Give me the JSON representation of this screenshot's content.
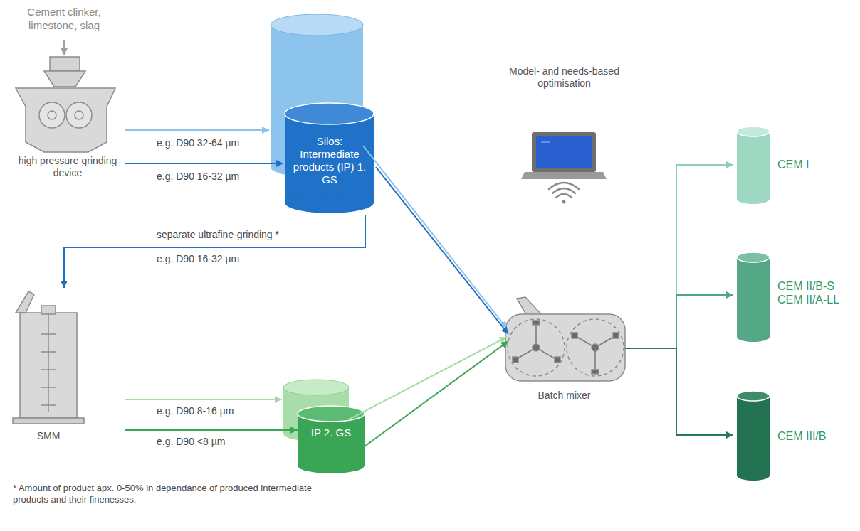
{
  "diagram": {
    "nodes": [
      {
        "text": [
          "high pressure grinding device"
        ]
      },
      {
        "text": [
          "Silos: Intermediate products (IP) 1. GS"
        ]
      },
      {
        "text": [
          "SMM"
        ]
      },
      {
        "text": [
          "IP 2. GS"
        ]
      },
      {
        "text": [
          "Batch mixer"
        ]
      },
      {
        "text": [
          "Model- and needs-based optimisation"
        ]
      },
      {
        "text": [
          "CEM I"
        ]
      },
      {
        "text": [
          "CEM II/B-S CEM II/A-LL"
        ]
      },
      {
        "text": [
          "CEM III/B"
        ]
      }
    ],
    "edges": [
      {
        "from": 0,
        "to": 1,
        "label": "e.g. D90 32-64 µm",
        "arrow": "to"
      },
      {
        "from": 0,
        "to": 1,
        "label": "e.g. D90 16-32 µm",
        "arrow": "to"
      },
      {
        "from": 1,
        "to": 2,
        "label": "e.g. D90 16-32 µm",
        "arrow": "to"
      },
      {
        "from": 1,
        "to": 4,
        "arrow": "to"
      },
      {
        "from": 1,
        "to": 4,
        "arrow": "to"
      },
      {
        "from": 2,
        "to": 3,
        "label": "e.g. D90 8-16 µm",
        "arrow": "to"
      },
      {
        "from": 2,
        "to": 3,
        "label": "e.g. D90 <8 µm",
        "arrow": "to"
      },
      {
        "from": 3,
        "to": 4,
        "arrow": "to"
      },
      {
        "from": 3,
        "to": 4,
        "arrow": "to"
      },
      {
        "from": 4,
        "to": 6,
        "arrow": "to"
      },
      {
        "from": 4,
        "to": 7,
        "arrow": "to"
      },
      {
        "from": 4,
        "to": 8,
        "arrow": "to"
      }
    ],
    "labels": [
      "Cement clinker, limestone, slag",
      "separate ultrafine-grinding *",
      "* Amount of product apx. 0-50% in dependance of produced intermediate products and their finenesses."
    ]
  }
}
